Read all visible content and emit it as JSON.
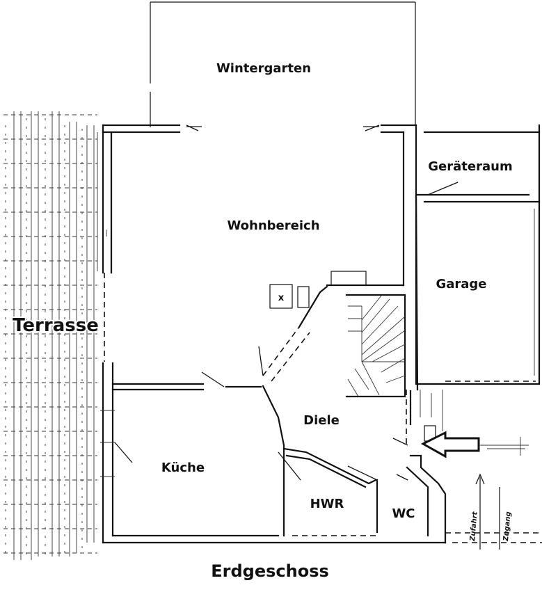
{
  "rooms": {
    "wintergarten": "Wintergarten",
    "wohnbereich": "Wohnbereich",
    "geraeteraum": "Geräteraum",
    "garage": "Garage",
    "terrasse": "Terrasse",
    "diele": "Diele",
    "kueche": "Küche",
    "hwr": "HWR",
    "wc": "WC"
  },
  "annotations": {
    "zufahrt": "Zufahrt",
    "zugang": "Zugang",
    "stove_mark": "x"
  },
  "footer": {
    "floor_title": "Erdgeschoss"
  }
}
